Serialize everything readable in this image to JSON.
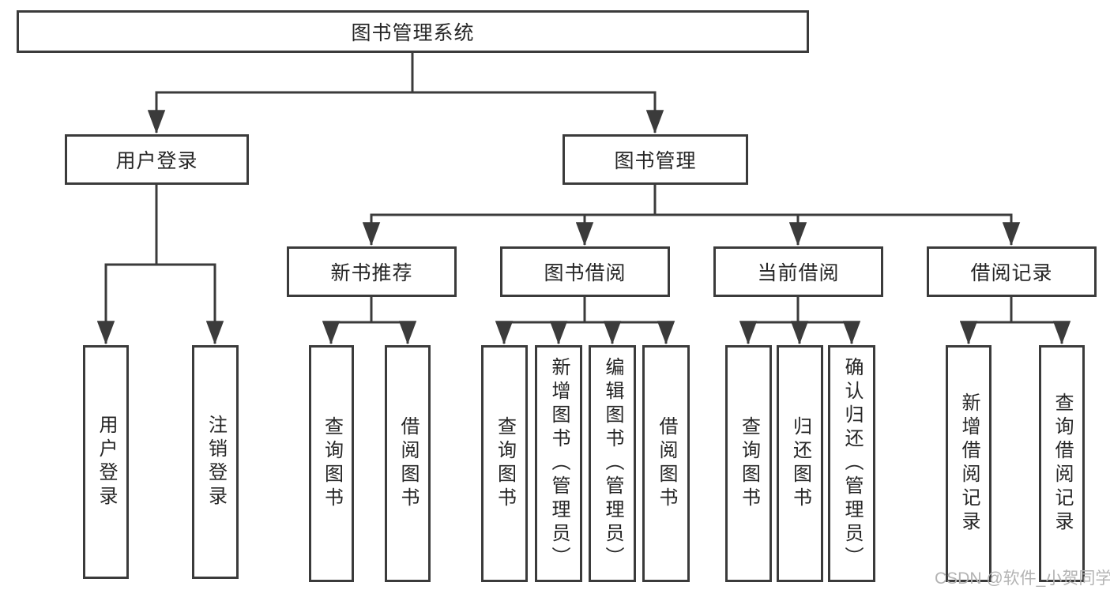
{
  "diagram": {
    "title": "图书管理系统",
    "tree": {
      "root": {
        "label": "图书管理系统"
      },
      "children": [
        {
          "label": "用户登录",
          "children": [
            {
              "label": "用户登录"
            },
            {
              "label": "注销登录"
            }
          ]
        },
        {
          "label": "图书管理",
          "children": [
            {
              "label": "新书推荐",
              "children": [
                {
                  "label": "查询图书"
                },
                {
                  "label": "借阅图书"
                }
              ]
            },
            {
              "label": "图书借阅",
              "children": [
                {
                  "label": "查询图书"
                },
                {
                  "label": "新增图书（管理员）"
                },
                {
                  "label": "编辑图书（管理员）"
                },
                {
                  "label": "借阅图书"
                }
              ]
            },
            {
              "label": "当前借阅",
              "children": [
                {
                  "label": "查询图书"
                },
                {
                  "label": "归还图书"
                },
                {
                  "label": "确认归还（管理员）"
                }
              ]
            },
            {
              "label": "借阅记录",
              "children": [
                {
                  "label": "新增借阅记录"
                },
                {
                  "label": "查询借阅记录"
                }
              ]
            }
          ]
        }
      ]
    },
    "watermark": "CSDN @软件_小贺同学",
    "colors": {
      "line": "#3b3b3b",
      "box_border": "#3b3b3b",
      "box_fill": "#ffffff",
      "text": "#262626",
      "watermark": "#b3b3b3",
      "background": "#ffffff"
    }
  }
}
